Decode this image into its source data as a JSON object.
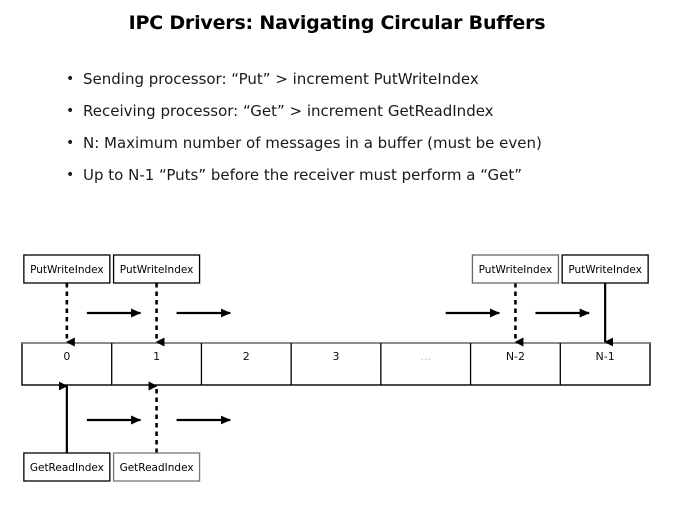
{
  "slide": {
    "title": "IPC Drivers: Navigating Circular Buffers",
    "background_color": "#ffffff",
    "text_color": "#000000"
  },
  "bullets": {
    "marker": "•",
    "items": [
      {
        "text": "Sending processor: “Put” > increment PutWriteIndex"
      },
      {
        "text": "Receiving processor: “Get” > increment GetReadIndex"
      },
      {
        "text": "N: Maximum number of messages in a buffer (must be even)"
      },
      {
        "text": "Up to N-1 “Puts” before the receiver must perform a “Get”"
      }
    ]
  },
  "diagram": {
    "buffer": {
      "cells": [
        {
          "label": "0",
          "dim": false
        },
        {
          "label": "1",
          "dim": false
        },
        {
          "label": "2",
          "dim": false
        },
        {
          "label": "3",
          "dim": false
        },
        {
          "label": "...",
          "dim": true
        },
        {
          "label": "N-2",
          "dim": false
        },
        {
          "label": "N-1",
          "dim": false
        }
      ],
      "border_color": "#000000",
      "top_edge_color": "#888888"
    },
    "put_labels": [
      {
        "text": "PutWriteIndex",
        "cell_index": 0,
        "arrow_style": "dashed",
        "border_color": "#000000"
      },
      {
        "text": "PutWriteIndex",
        "cell_index": 1,
        "arrow_style": "dashed",
        "border_color": "#000000"
      },
      {
        "text": "PutWriteIndex",
        "cell_index": 5,
        "arrow_style": "dashed",
        "border_color": "#666666"
      },
      {
        "text": "PutWriteIndex",
        "cell_index": 6,
        "arrow_style": "solid",
        "border_color": "#000000"
      }
    ],
    "get_labels": [
      {
        "text": "GetReadIndex",
        "cell_index": 0,
        "arrow_style": "solid",
        "border_color": "#000000"
      },
      {
        "text": "GetReadIndex",
        "cell_index": 1,
        "arrow_style": "dashed",
        "border_color": "#777777"
      }
    ],
    "top_step_arrows": [
      {
        "from_cell": 0,
        "to_cell": 1
      },
      {
        "from_cell": 1,
        "to_cell": 2
      },
      {
        "from_cell": 4,
        "to_cell": 5
      },
      {
        "from_cell": 5,
        "to_cell": 6
      }
    ],
    "bottom_step_arrows": [
      {
        "from_cell": 0,
        "to_cell": 1
      },
      {
        "from_cell": 1,
        "to_cell": 2
      }
    ],
    "arrow_color": "#000000"
  }
}
